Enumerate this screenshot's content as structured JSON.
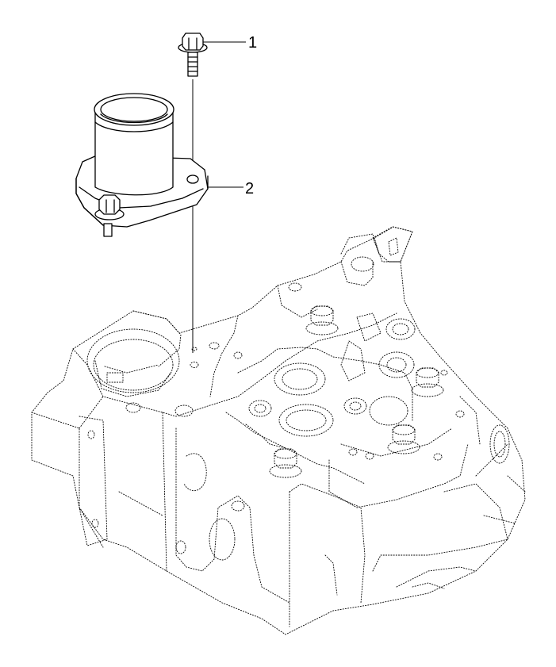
{
  "callouts": [
    {
      "label": "1",
      "part": "bolt"
    },
    {
      "label": "2",
      "part": "thermostat-housing"
    }
  ]
}
